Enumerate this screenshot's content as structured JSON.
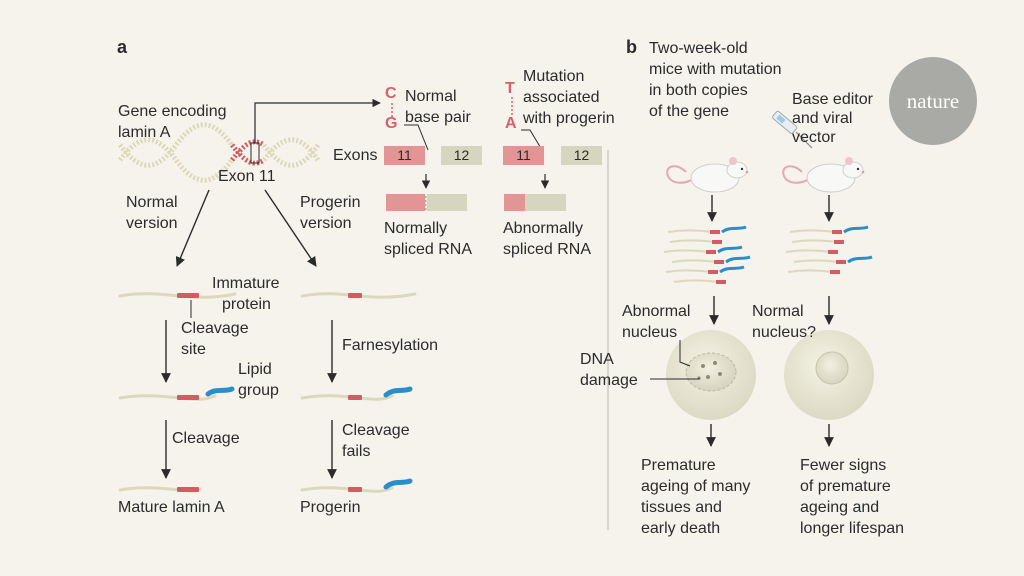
{
  "colors": {
    "background": "#f5f3ec",
    "exon": "#e39595",
    "exon_alt": "#d6d5c0",
    "cleavage": "#d45a63",
    "lipid": "#2a8fc8",
    "strand": "#d8d4b8",
    "text": "#2b2b2b"
  },
  "logo": "nature",
  "panel_a": {
    "label": "a",
    "gene_label": [
      "Gene encoding",
      "lamin A"
    ],
    "exon_label": "Exon 11",
    "normal_version": [
      "Normal",
      "version"
    ],
    "progerin_version": [
      "Progerin",
      "version"
    ],
    "normal_pair": {
      "top_base": "C",
      "bottom_base": "G",
      "label": [
        "Normal",
        "base pair"
      ]
    },
    "mutation_pair": {
      "top_base": "T",
      "bottom_base": "A",
      "label": [
        "Mutation",
        "associated",
        "with progerin"
      ]
    },
    "exons_label": "Exons",
    "exon_numbers": [
      "11",
      "12",
      "11",
      "12"
    ],
    "normally_spliced": [
      "Normally",
      "spliced RNA"
    ],
    "abnormally_spliced": [
      "Abnormally",
      "spliced RNA"
    ],
    "immature_protein": [
      "Immature",
      "protein"
    ],
    "cleavage_site": [
      "Cleavage",
      "site"
    ],
    "lipid_group": [
      "Lipid",
      "group"
    ],
    "farnesylation": "Farnesylation",
    "cleavage": "Cleavage",
    "cleavage_fails": [
      "Cleavage",
      "fails"
    ],
    "mature": "Mature lamin A",
    "progerin": "Progerin"
  },
  "panel_b": {
    "label": "b",
    "mice_label": [
      "Two-week-old",
      "mice with mutation",
      "in both copies",
      "of the gene"
    ],
    "base_editor": [
      "Base editor",
      "and viral",
      "vector"
    ],
    "abnormal_nucleus": [
      "Abnormal",
      "nucleus"
    ],
    "normal_nucleus": [
      "Normal",
      "nucleus?"
    ],
    "dna_damage": [
      "DNA",
      "damage"
    ],
    "outcome_untreated": [
      "Premature",
      "ageing of many",
      "tissues and",
      "early death"
    ],
    "outcome_treated": [
      "Fewer signs",
      "of premature",
      "ageing and",
      "longer lifespan"
    ]
  }
}
